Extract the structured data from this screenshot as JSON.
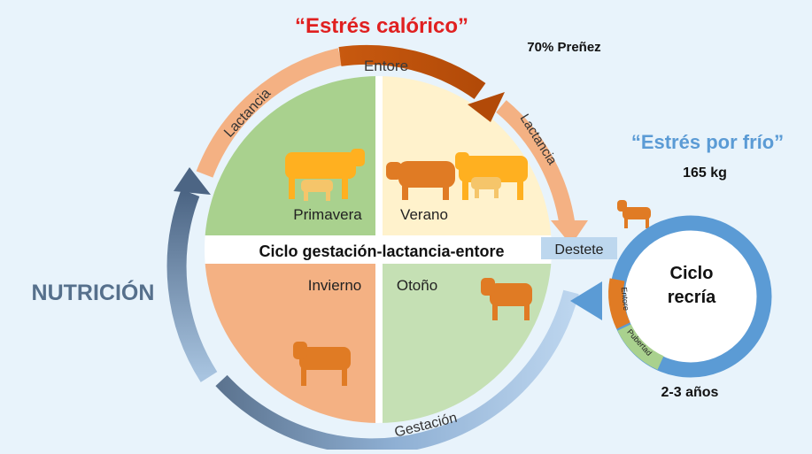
{
  "heat_stress": "“Estrés calórico”",
  "pregnancy": "70% Preñez",
  "cold_stress": "“Estrés por frío”",
  "weaning_weight": "165 kg",
  "nutrition": "NUTRICIÓN",
  "cycle_title": "Ciclo gestación-lactancia-entore",
  "seasons": {
    "spring": "Primavera",
    "summer": "Verano",
    "winter": "Invierno",
    "autumn": "Otoño"
  },
  "arc_labels": {
    "entore": "Entore",
    "lactancia_left": "Lactancia",
    "lactancia_right": "Lactancia",
    "gestacion": "Gestación"
  },
  "weaning": "Destete",
  "rearing": {
    "line1": "Ciclo",
    "line2": "recría",
    "entore": "Entore",
    "pubertad": "Pubertad",
    "age": "2-3 años"
  },
  "colors": {
    "heat_red": "#e02020",
    "cold_blue": "#5b9bd5",
    "spring_green": "#a9d18e",
    "summer_cream": "#fff2cc",
    "winter_peach": "#f4b183",
    "autumn_green": "#c5e0b4",
    "entore_brown": "#c55a11",
    "lactancia_salmon": "#f4b183",
    "gestation_blue": "#9dc3e6",
    "nutrition_slate": "#56708c",
    "cow_orange": "#e07b24",
    "cow_light": "#ffb020"
  },
  "icons": [
    "cow-calf-icon",
    "bull-icon",
    "cow-calf-icon",
    "calf-icon",
    "cow-icon",
    "cow-icon"
  ]
}
